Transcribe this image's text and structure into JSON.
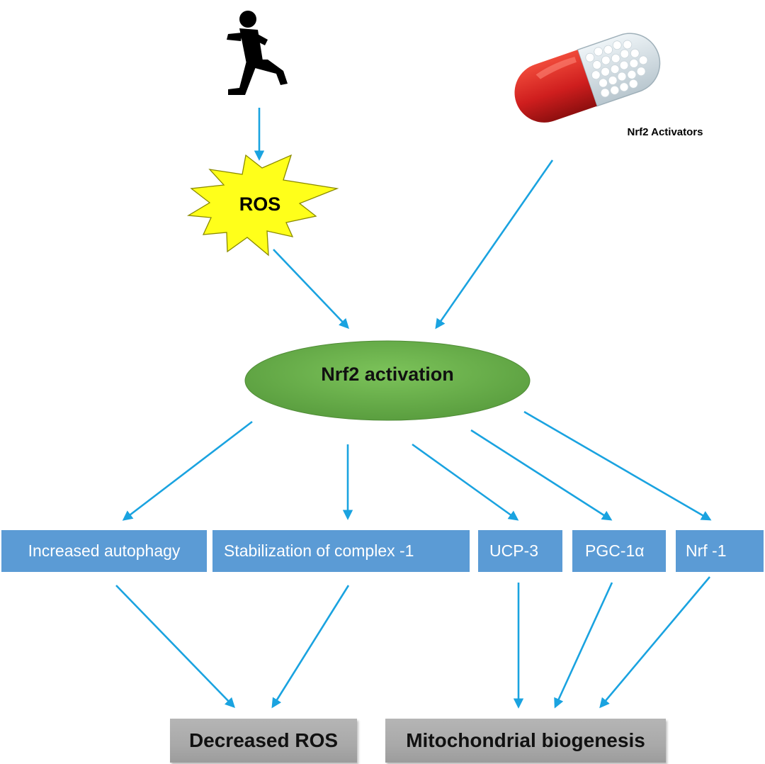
{
  "nodes": {
    "ros": "ROS",
    "activators": "Nrf2 Activators",
    "nrf2_activation": "Nrf2 activation",
    "autophagy": "Increased autophagy",
    "complex1": "Stabilization of complex -1",
    "ucp3": "UCP-3",
    "pgc1a": "PGC-1α",
    "nrf1": "Nrf -1",
    "decreased_ros": "Decreased ROS",
    "mito_biogenesis": "Mitochondrial biogenesis"
  },
  "icons": {
    "runner": "running-person-icon",
    "capsule": "capsule-pill-icon",
    "burst": "starburst-icon"
  },
  "colors": {
    "arrow": "#1aa3e0",
    "box_blue": "#5b9bd5",
    "ellipse_green": "#6ab04c",
    "burst_yellow": "#ffff1a",
    "capsule_red": "#d62020",
    "output_gray": "#a9a9a9"
  }
}
